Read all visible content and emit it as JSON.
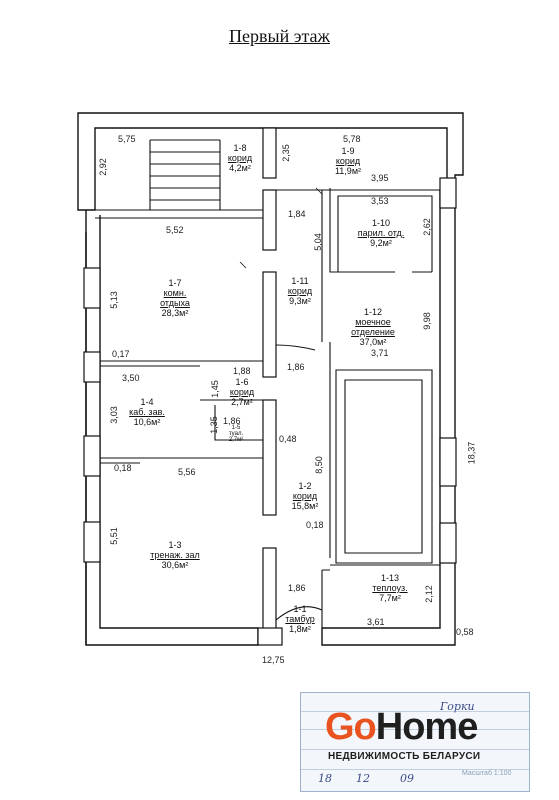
{
  "title": "Первый этаж",
  "rooms": [
    {
      "id": "1-1",
      "name": "тамбур",
      "area": "1,8м²"
    },
    {
      "id": "1-2",
      "name": "корид",
      "area": "15,8м²"
    },
    {
      "id": "1-3",
      "name": "тренаж. зал",
      "area": "30,6м²"
    },
    {
      "id": "1-4",
      "name": "каб. зав.",
      "area": "10,6м²"
    },
    {
      "id": "1-5",
      "name": "туал.",
      "area": "2,7м²"
    },
    {
      "id": "1-6",
      "name": "корид",
      "area": "2,7м²"
    },
    {
      "id": "1-7",
      "name1": "комн.",
      "name2": "отдыха",
      "area": "28,3м²"
    },
    {
      "id": "1-8",
      "name": "корид",
      "area": "4,2м²"
    },
    {
      "id": "1-9",
      "name": "корид",
      "area": "11,9м²"
    },
    {
      "id": "1-10",
      "name": "парил. отд.",
      "area": "9,2м²"
    },
    {
      "id": "1-11",
      "name": "корид",
      "area": "9,3м²"
    },
    {
      "id": "1-12",
      "name1": "моечное",
      "name2": "отделение",
      "area": "37,0м²"
    },
    {
      "id": "1-13",
      "name": "теплоуз.",
      "area": "7,7м²"
    }
  ],
  "dims": {
    "d575": "5,75",
    "d235": "2,35",
    "d578": "5,78",
    "d292": "2,92",
    "d395": "3,95",
    "d552": "5,52",
    "d184": "1,84",
    "d504": "5,04",
    "d353": "3,53",
    "d262": "2,62",
    "d513": "5,13",
    "d998": "9,98",
    "d371": "3,71",
    "d017": "0,17",
    "d188": "1,88",
    "d350": "3,50",
    "d186a": "1,86",
    "d145": "1,45",
    "d303": "3,03",
    "d186b": "1,86",
    "d135": "1,35",
    "d048": "0,48",
    "d018a": "0,18",
    "d556": "5,56",
    "d850": "8,50",
    "d1837": "18,37",
    "d018b": "0,18",
    "d551": "5,51",
    "d186c": "1,86",
    "d212": "2,12",
    "d361": "3,61",
    "d058": "0,58",
    "d1275": "12,75"
  },
  "stamp": {
    "logo_go": "Go",
    "logo_home": "Home",
    "tagline": "НЕДВИЖИМОСТЬ БЕЛАРУСИ",
    "scale": "Масштаб 1:100",
    "hand_top": "Горки",
    "date_day": "18",
    "date_month": "12",
    "date_year": "09"
  }
}
